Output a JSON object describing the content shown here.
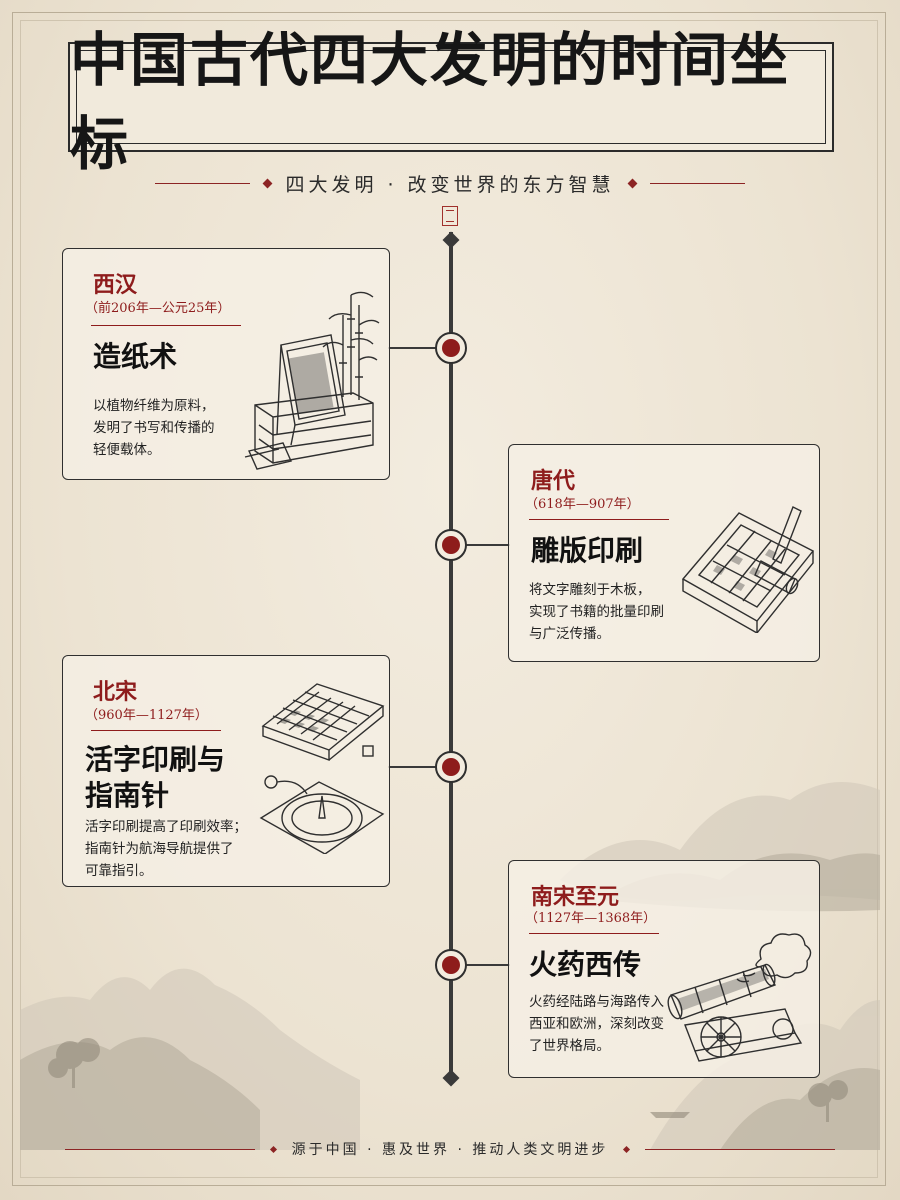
{
  "title": "中国古代四大发明的时间坐标",
  "subtitle": "四大发明 · 改变世界的东方智慧",
  "footer": "源于中国 · 惠及世界 · 推动人类文明进步",
  "colors": {
    "accent": "#8e1c1c",
    "ink": "#2f2f2f",
    "paper": "#ece3d2"
  },
  "timeline": [
    {
      "era": "西汉",
      "years": "（前206年—公元25年）",
      "name": "造纸术",
      "description": [
        "以植物纤维为原料，",
        "发明了书写和传播的",
        "轻便载体。"
      ],
      "icon": "papermaking-frame-icon"
    },
    {
      "era": "唐代",
      "years": "（618年—907年）",
      "name": "雕版印刷",
      "description": [
        "将文字雕刻于木板，",
        "实现了书籍的批量印刷",
        "与广泛传播。"
      ],
      "icon": "woodblock-print-icon"
    },
    {
      "era": "北宋",
      "years": "（960年—1127年）",
      "name": "活字印刷与",
      "name2": "指南针",
      "description": [
        "活字印刷提高了印刷效率；",
        "指南针为航海导航提供了",
        "可靠指引。"
      ],
      "icon": "movable-type-compass-icon"
    },
    {
      "era": "南宋至元",
      "years": "（1127年—1368年）",
      "name": "火药西传",
      "description": [
        "火药经陆路与海路传入",
        "西亚和欧洲，深刻改变",
        "了世界格局。"
      ],
      "icon": "cannon-icon"
    }
  ]
}
